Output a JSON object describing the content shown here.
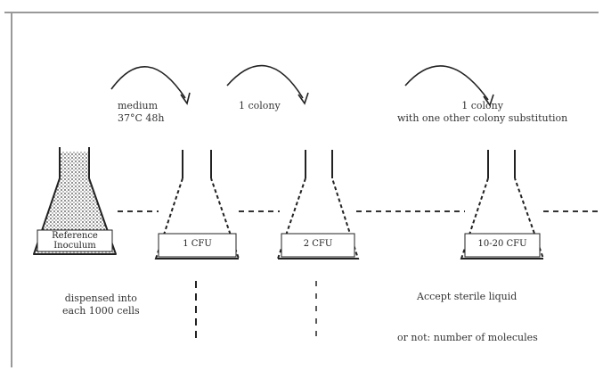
{
  "transfer_labels": [
    {
      "line1": "medium",
      "line2": "37°C 48h"
    },
    {
      "line1": "1 colony",
      "line2": ""
    },
    {
      "line1": "1 colony",
      "line2": "with one other colony substitution"
    }
  ],
  "flasks": [
    {
      "label_line1": "Reference",
      "label_line2": "Inoculum",
      "filled": true
    },
    {
      "label_line1": "1 CFU",
      "label_line2": "",
      "filled": false
    },
    {
      "label_line1": "2 CFU",
      "label_line2": "",
      "filled": false
    },
    {
      "label_line1": "10-20 CFU",
      "label_line2": "",
      "filled": false
    }
  ],
  "bottom_notes": {
    "left_line1": "dispensed into",
    "left_line2": "each 1000 cells",
    "right_line1": "Accept sterile liquid",
    "right_line2": "or not: number of molecules"
  },
  "colors": {
    "ink": "#222222",
    "dash": "#333333",
    "frame": "#999999"
  }
}
